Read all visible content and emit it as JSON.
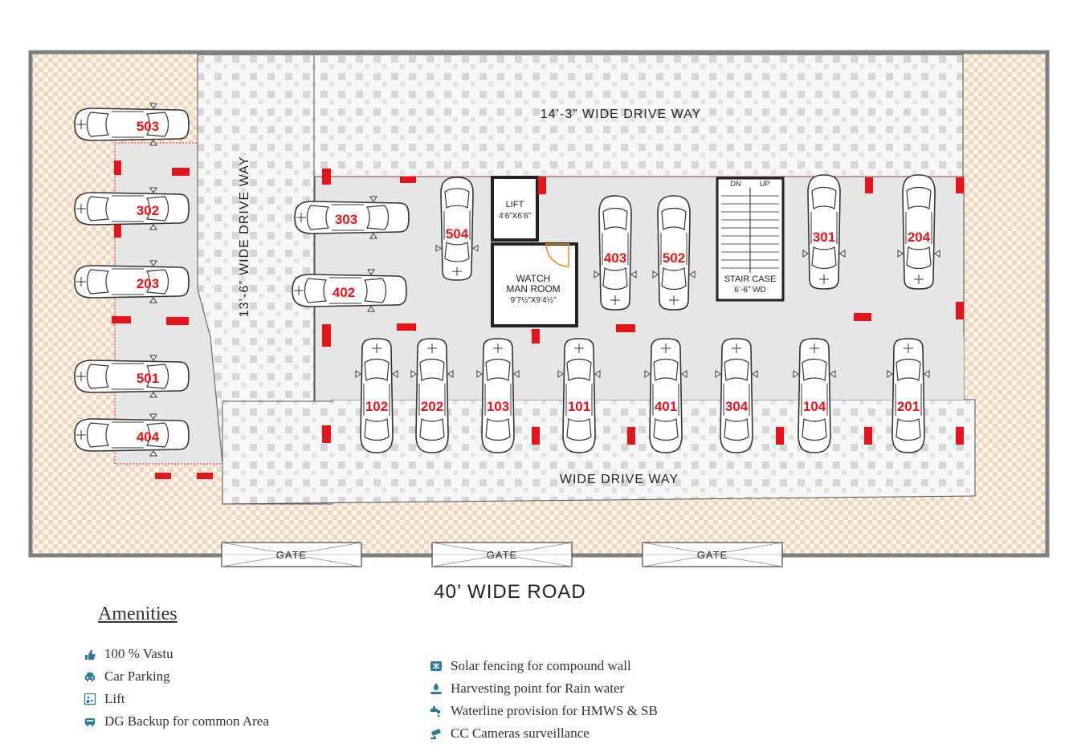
{
  "plan": {
    "driveways": {
      "top": "14’-3” WIDE DRIVE WAY",
      "left": "13’-6” WIDE DRIVE WAY",
      "bottom": "WIDE DRIVE WAY"
    },
    "gate_label": "GATE",
    "road": "40’ WIDE ROAD",
    "lift": {
      "title": "LIFT",
      "size": "4’6”X6’6”"
    },
    "watchman": {
      "line1": "WATCH",
      "line2": "MAN ROOM",
      "size": "9’7½”X9’4½”"
    },
    "stair": {
      "dn": "DN",
      "up": "UP",
      "title": "STAIR CASE",
      "size": "6’-6” WD"
    },
    "cars_left": [
      "503",
      "302",
      "203",
      "501",
      "404"
    ],
    "cars_mid_h": [
      "303",
      "402"
    ],
    "cars_top_v": [
      "504",
      "403",
      "502",
      "301",
      "204"
    ],
    "cars_bottom_v": [
      "102",
      "202",
      "103",
      "101",
      "401",
      "304",
      "104",
      "201"
    ]
  },
  "amenities": {
    "title": "Amenities",
    "left": [
      {
        "icon": "thumbs-up-icon",
        "label": "100 % Vastu"
      },
      {
        "icon": "car-icon",
        "label": "Car Parking"
      },
      {
        "icon": "lift-icon",
        "label": "Lift"
      },
      {
        "icon": "generator-icon",
        "label": "DG Backup for common Area"
      }
    ],
    "right": [
      {
        "icon": "solar-fence-icon",
        "label": "Solar fencing for compound wall"
      },
      {
        "icon": "rain-water-icon",
        "label": "Harvesting point for Rain water"
      },
      {
        "icon": "water-tap-icon",
        "label": "Waterline provision for HMWS & SB"
      },
      {
        "icon": "cctv-camera-icon",
        "label": "CC Cameras surveillance"
      }
    ]
  },
  "colors": {
    "accent_red": "#e8141b",
    "icon_teal": "#2b7a99",
    "paving": "#f3dcc4",
    "drive_tile": "#d9d9d9",
    "parking_floor": "#e6e6e6",
    "wall": "#808080"
  }
}
